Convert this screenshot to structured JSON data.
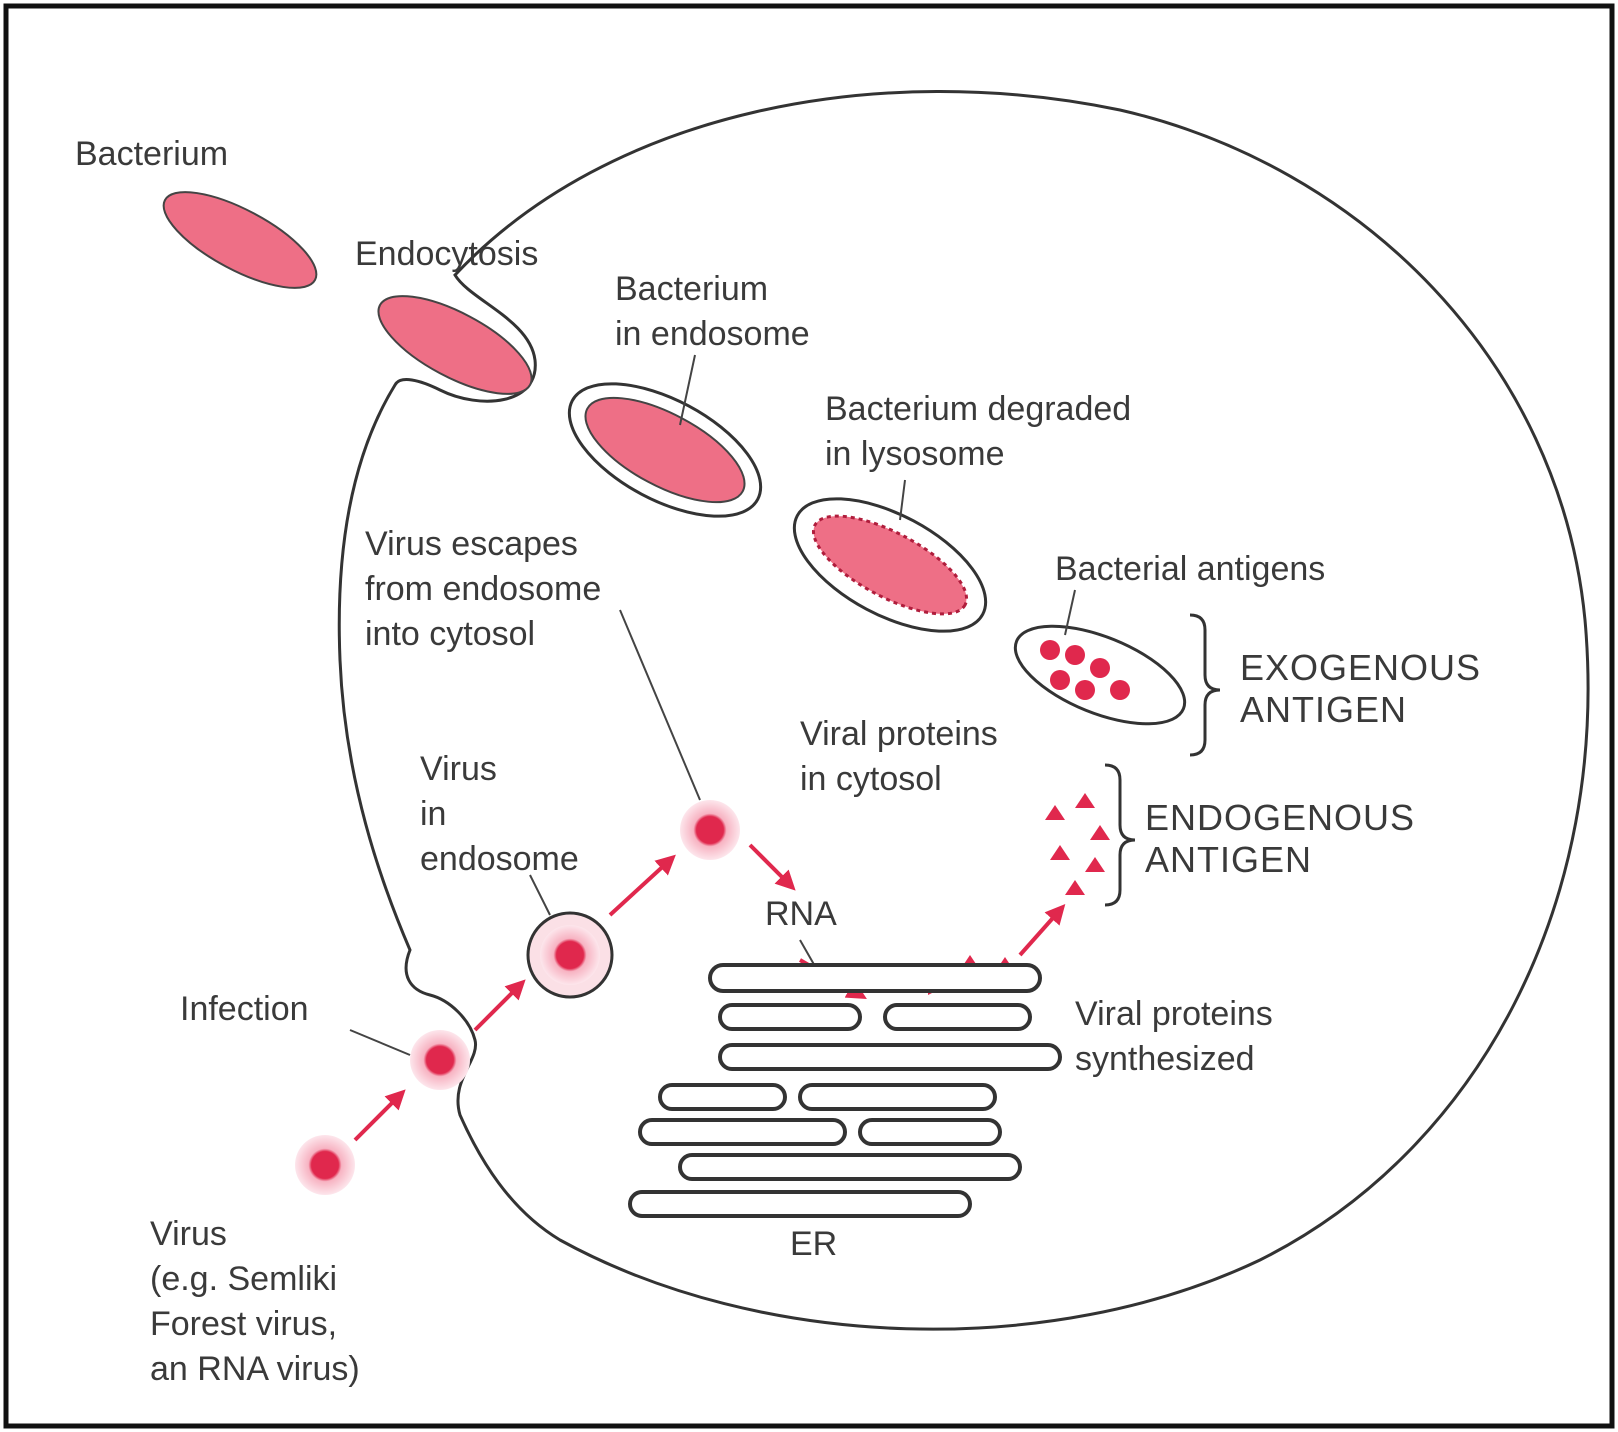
{
  "colors": {
    "accent": "#e0284d",
    "bacterium_fill": "#ee6f86",
    "outline": "#333333"
  },
  "labels": {
    "bacterium": "Bacterium",
    "endocytosis": "Endocytosis",
    "bacterium_in_endosome": [
      "Bacterium",
      "in endosome"
    ],
    "bacterium_degraded": [
      "Bacterium degraded",
      "in lysosome"
    ],
    "virus_escapes": [
      "Virus escapes",
      "from endosome",
      "into cytosol"
    ],
    "bacterial_antigens": "Bacterial antigens",
    "exogenous_antigen": [
      "EXOGENOUS",
      "ANTIGEN"
    ],
    "viral_proteins_cytosol": [
      "Viral proteins",
      "in cytosol"
    ],
    "endogenous_antigen": [
      "ENDOGENOUS",
      "ANTIGEN"
    ],
    "virus_in_endosome": [
      "Virus",
      "in",
      "endosome"
    ],
    "rna": "RNA",
    "infection": "Infection",
    "viral_proteins_synthesized": [
      "Viral proteins",
      "synthesized"
    ],
    "er": "ER",
    "virus": [
      "Virus",
      "(e.g. Semliki",
      "Forest virus,",
      "an RNA virus)"
    ]
  }
}
